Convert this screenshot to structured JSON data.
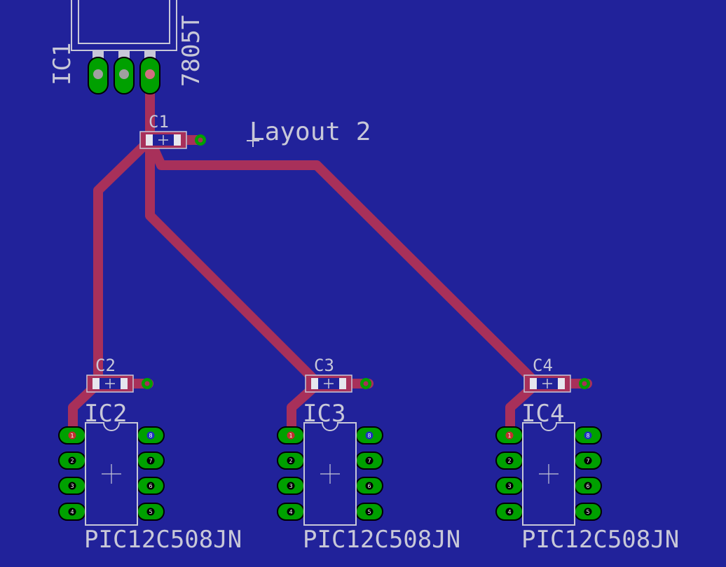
{
  "board": {
    "title": "Layout 2",
    "regulator": {
      "ref": "IC1",
      "value": "7805T"
    },
    "capacitors": [
      {
        "ref": "C1"
      },
      {
        "ref": "C2"
      },
      {
        "ref": "C3"
      },
      {
        "ref": "C4"
      }
    ],
    "chips": [
      {
        "ref": "IC2",
        "value": "PIC12C508JN",
        "pins": [
          "1",
          "2",
          "3",
          "4",
          "5",
          "6",
          "7",
          "8"
        ]
      },
      {
        "ref": "IC3",
        "value": "PIC12C508JN",
        "pins": [
          "1",
          "2",
          "3",
          "4",
          "5",
          "6",
          "7",
          "8"
        ]
      },
      {
        "ref": "IC4",
        "value": "PIC12C508JN",
        "pins": [
          "1",
          "2",
          "3",
          "4",
          "5",
          "6",
          "7",
          "8"
        ]
      }
    ]
  },
  "colors": {
    "background": "#21229a",
    "copper": "#a8305a",
    "pad": "#00a000",
    "silkscreen": "#c8c8d8"
  }
}
